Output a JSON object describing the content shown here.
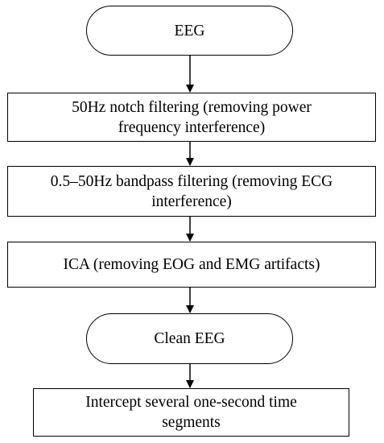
{
  "flowchart": {
    "nodes": [
      {
        "id": "eeg",
        "shape": "terminal",
        "lines": [
          "EEG"
        ]
      },
      {
        "id": "notch",
        "shape": "process",
        "lines": [
          "50Hz notch filtering (removing power",
          "frequency interference)"
        ]
      },
      {
        "id": "bandpass",
        "shape": "process",
        "lines": [
          "0.5–50Hz bandpass filtering (removing ECG",
          "interference)"
        ]
      },
      {
        "id": "ica",
        "shape": "process",
        "lines": [
          "ICA (removing EOG and EMG artifacts)"
        ]
      },
      {
        "id": "clean",
        "shape": "terminal",
        "lines": [
          "Clean EEG"
        ]
      },
      {
        "id": "segments",
        "shape": "process",
        "lines": [
          "Intercept several one-second time",
          "segments"
        ]
      }
    ],
    "edges": [
      {
        "from": "eeg",
        "to": "notch"
      },
      {
        "from": "notch",
        "to": "bandpass"
      },
      {
        "from": "bandpass",
        "to": "ica"
      },
      {
        "from": "ica",
        "to": "clean"
      },
      {
        "from": "clean",
        "to": "segments"
      }
    ],
    "colors": {
      "stroke": "#000000",
      "fill": "#ffffff",
      "text": "#000000"
    }
  }
}
